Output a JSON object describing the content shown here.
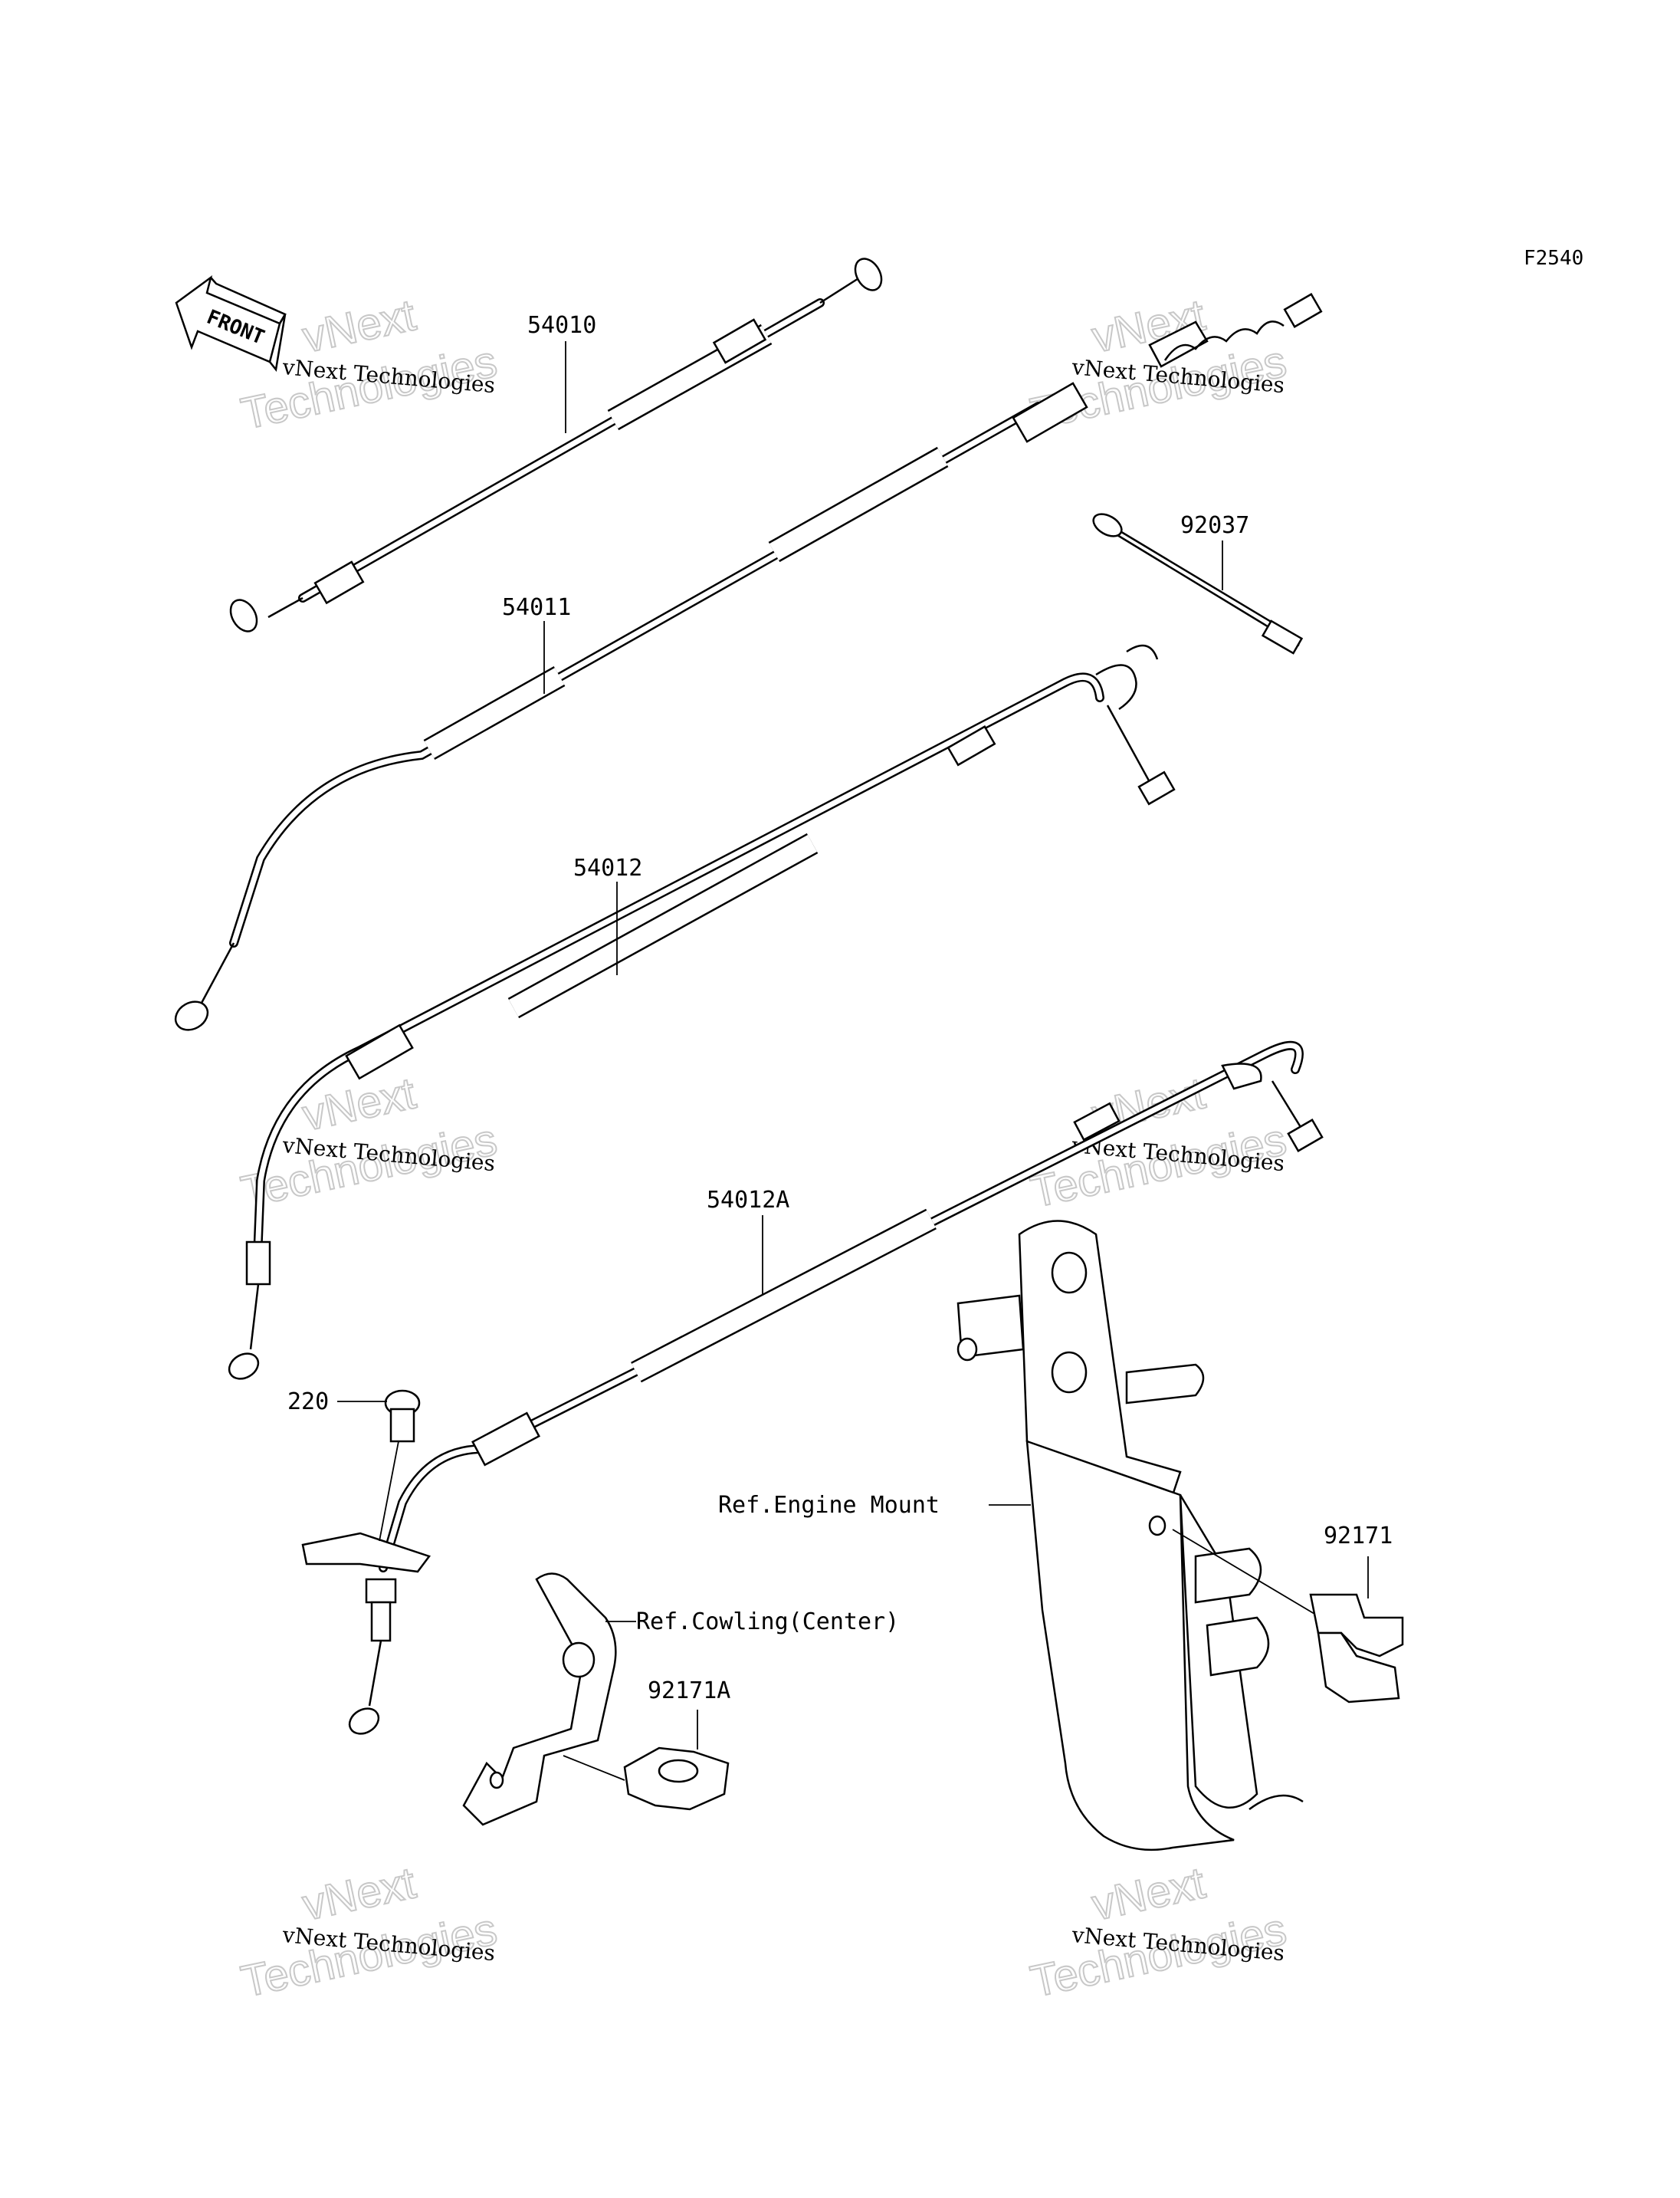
{
  "diagram_code": "F2540",
  "front_label": "FRONT",
  "parts": {
    "p54010": "54010",
    "p54011": "54011",
    "p54012": "54012",
    "p54012A": "54012A",
    "p92037": "92037",
    "p220": "220",
    "p92171": "92171",
    "p92171A": "92171A"
  },
  "references": {
    "engine_mount": "Ref.Engine Mount",
    "cowling_center": "Ref.Cowling(Center)"
  },
  "watermark": {
    "line1": "vNext Technologies",
    "big1": "vNext",
    "big2": "Technologies"
  }
}
